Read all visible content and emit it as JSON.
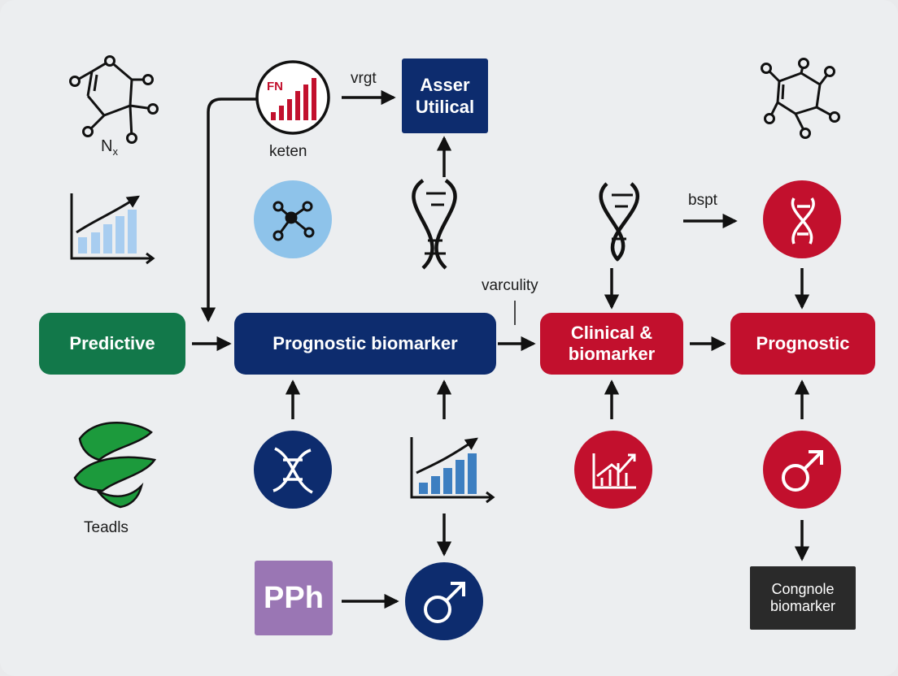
{
  "colors": {
    "green": "#12784a",
    "navy": "#0d2c6e",
    "red": "#c2102d",
    "light_blue": "#8ec3ea",
    "purple": "#9a76b4",
    "dark": "#2a2a2a",
    "ink": "#111111"
  },
  "nodes": {
    "predictive": "Predictive",
    "prognostic_biomarker": "Prognostic biomarker",
    "clinical_line1": "Clinical &",
    "clinical_line2": "biomarker",
    "prognostic": "Prognostic",
    "asser_line1": "Asser",
    "asser_line2": "Utilical",
    "pph": "PPh",
    "congnole_line1": "Congnole",
    "congnole_line2": "biomarker"
  },
  "labels": {
    "fn": "FN",
    "keten": "keten",
    "vrgt": "vrgt",
    "varculity": "varculity",
    "bspt": "bspt",
    "teadls": "Teadls",
    "nx_base": "N",
    "nx_sub": "x"
  },
  "icons": [
    "molecule-icon",
    "bar-chart-icon",
    "ribbon-icon",
    "network-icon",
    "dna-icon",
    "male-symbol-icon",
    "trend-chart-icon"
  ]
}
